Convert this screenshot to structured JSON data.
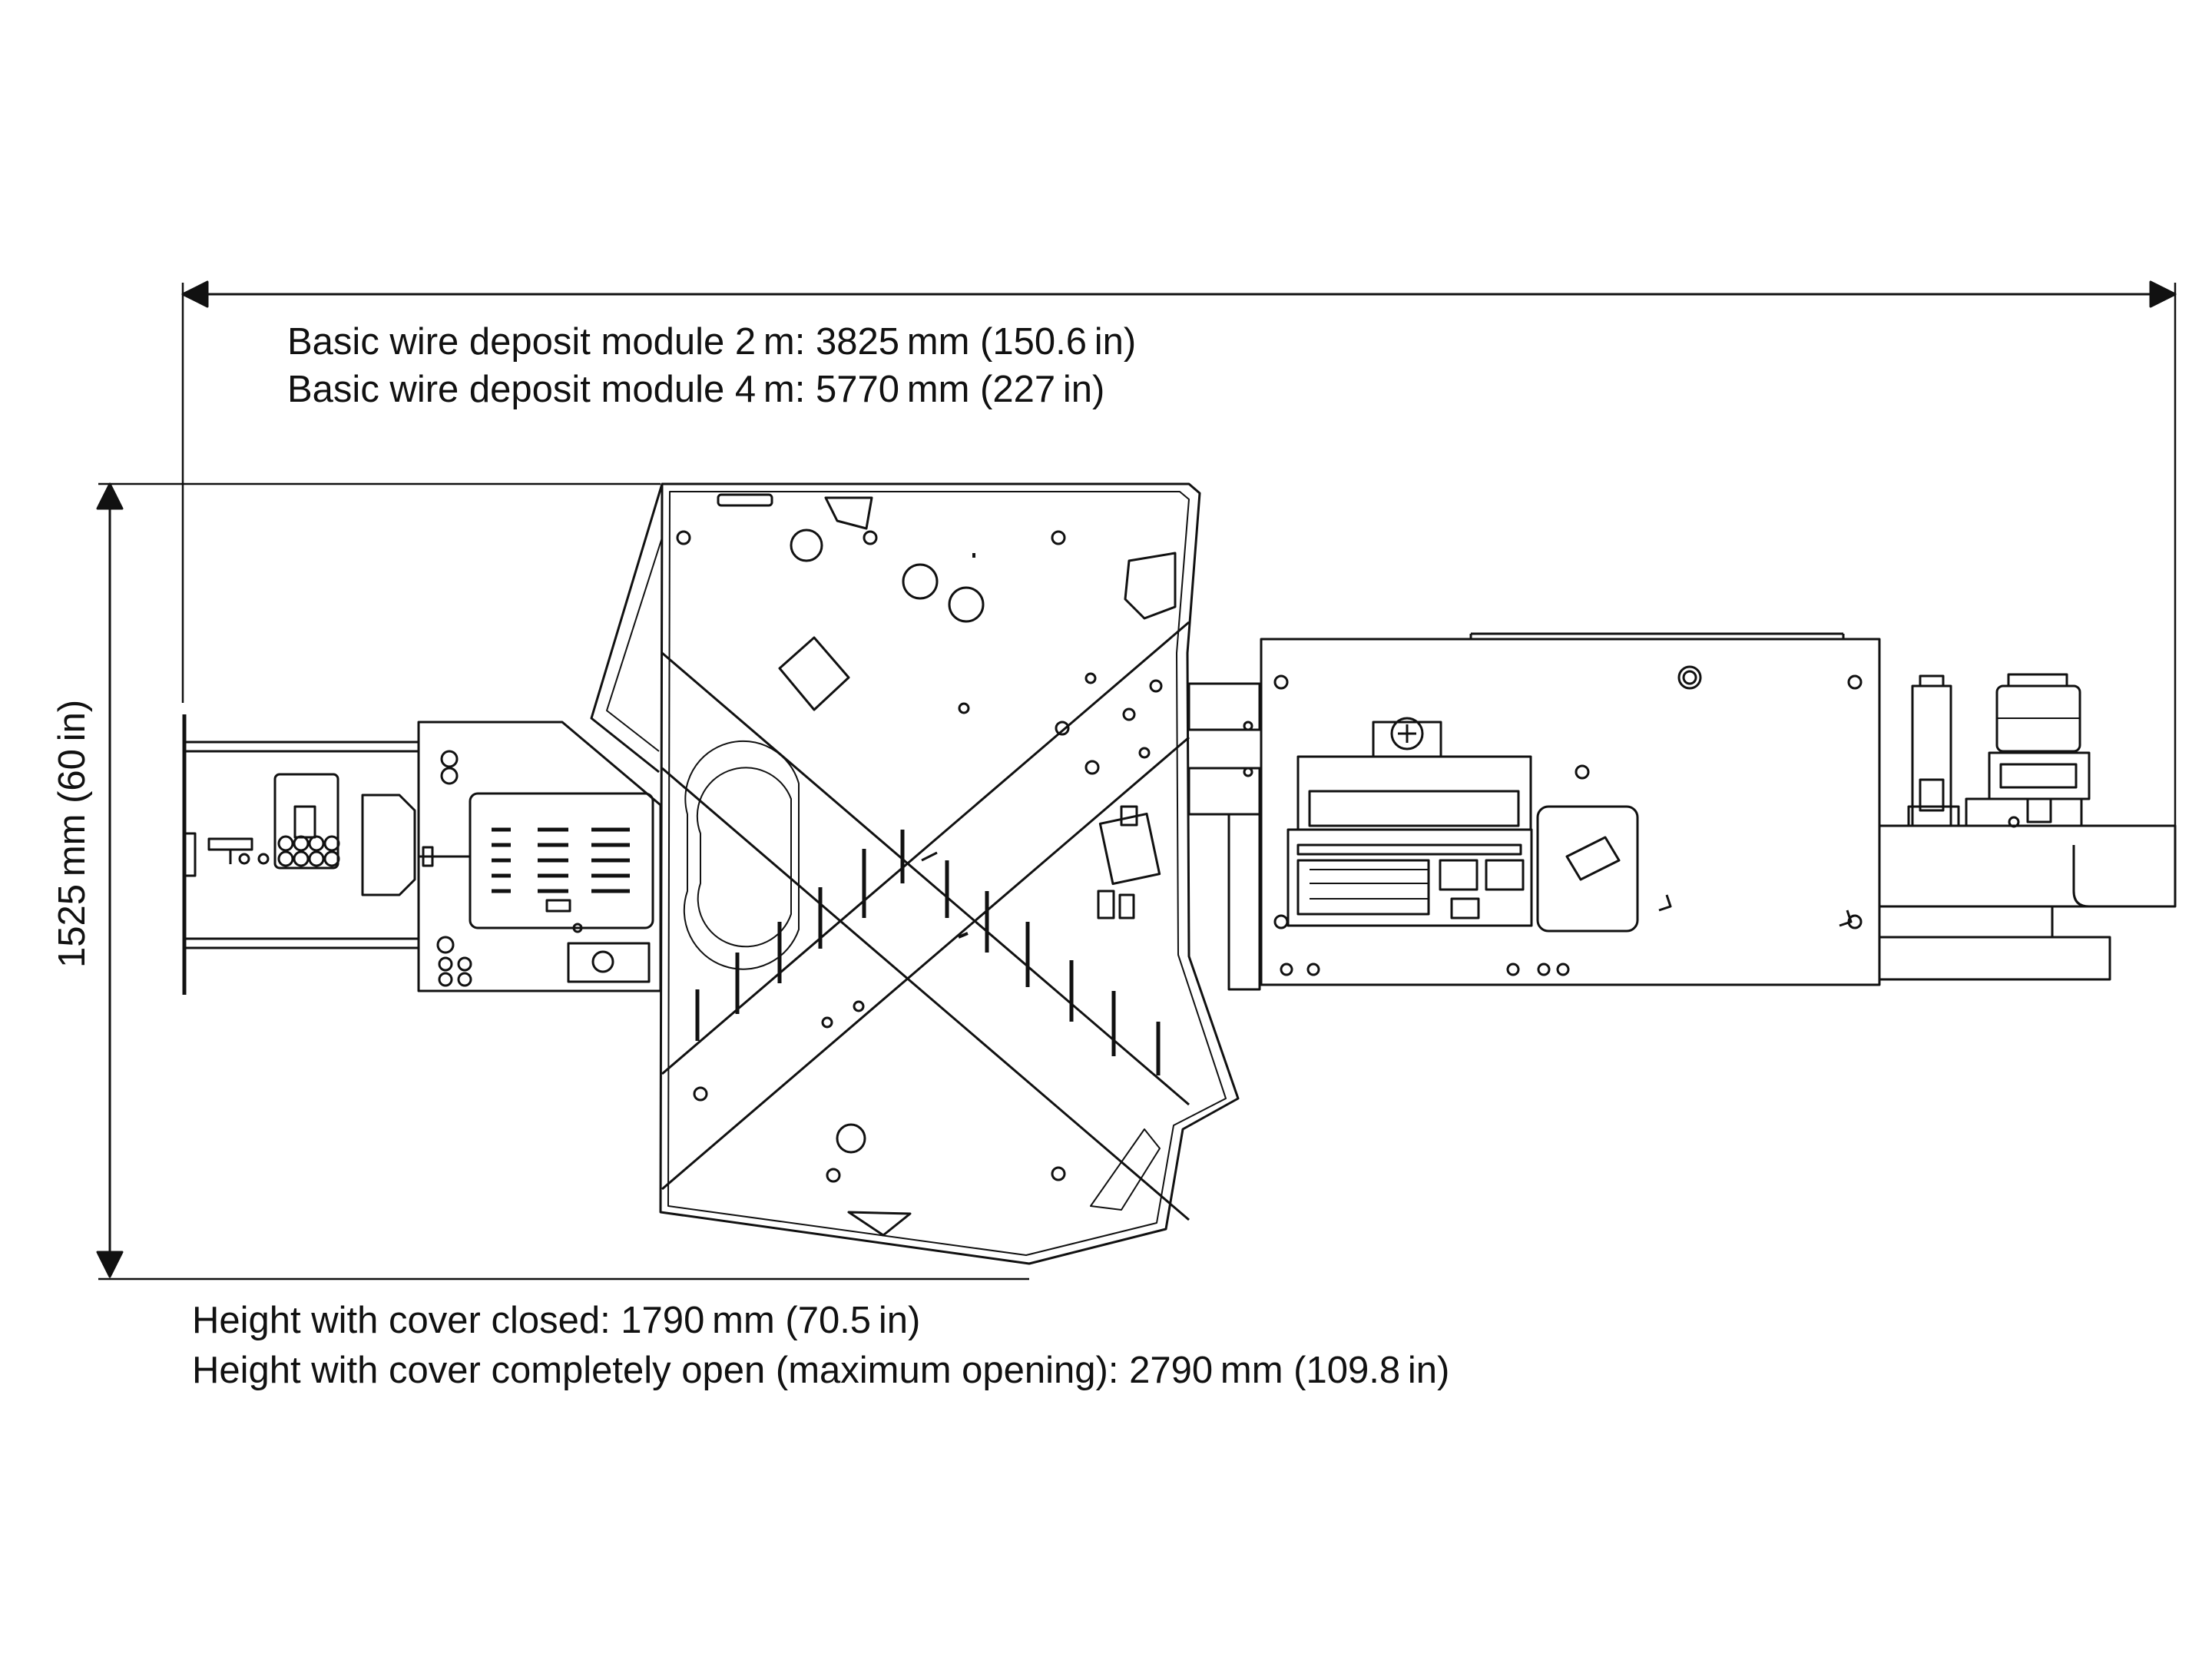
{
  "dimensions": {
    "width_2m": "Basic wire deposit module 2 m: 3825 mm (150.6 in)",
    "width_4m": "Basic wire deposit module 4 m: 5770 mm (227 in)",
    "depth": "1525 mm (60 in)",
    "height_closed": "Height with cover closed: 1790 mm (70.5 in)",
    "height_open": "Height with cover completely open (maximum opening): 2790 mm (109.8 in)"
  },
  "colors": {
    "line": "#111111",
    "background": "#ffffff"
  }
}
